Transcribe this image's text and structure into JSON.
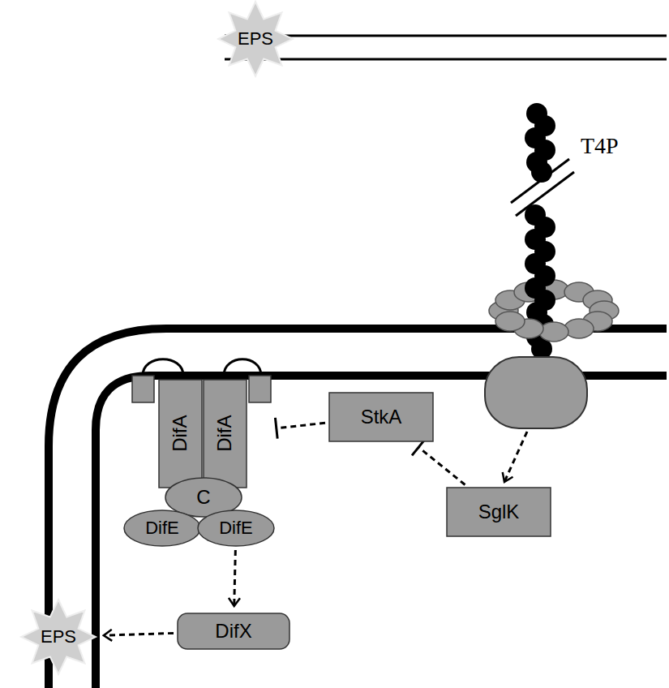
{
  "diagram": {
    "nodes": [
      {
        "text": [
          "EPS"
        ]
      },
      {
        "text": [
          "DifA"
        ]
      },
      {
        "text": [
          "DifA"
        ]
      },
      {
        "text": [
          "C"
        ]
      },
      {
        "text": [
          "DifE"
        ]
      },
      {
        "text": [
          "DifE"
        ]
      },
      {
        "text": [
          "DifX"
        ]
      },
      {
        "text": [
          "StkA"
        ]
      },
      {
        "text": [
          "SglK"
        ]
      },
      {
        "text": [
          "EPS"
        ]
      }
    ],
    "edges": [
      {
        "from": 5,
        "to": 6,
        "arrow": "to"
      },
      {
        "from": 6,
        "to": 9,
        "arrow": "to"
      },
      {
        "from": 7,
        "to": 2,
        "arrow": "to"
      },
      {
        "from": 8,
        "to": 7,
        "arrow": "to"
      }
    ],
    "labels": [
      "T4P"
    ]
  }
}
